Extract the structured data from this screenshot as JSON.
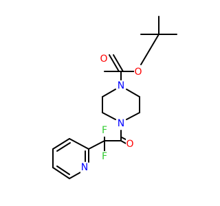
{
  "molecule": {
    "atoms": [
      {
        "label": "O",
        "color": "#ff0000"
      },
      {
        "label": "O",
        "color": "#ff0000"
      },
      {
        "label": "N",
        "color": "#0000ff"
      },
      {
        "label": "N",
        "color": "#0000ff"
      },
      {
        "label": "O",
        "color": "#ff0000"
      },
      {
        "label": "F",
        "color": "#33cc33"
      },
      {
        "label": "F",
        "color": "#33cc33"
      },
      {
        "label": "N",
        "color": "#0000ff"
      }
    ]
  }
}
